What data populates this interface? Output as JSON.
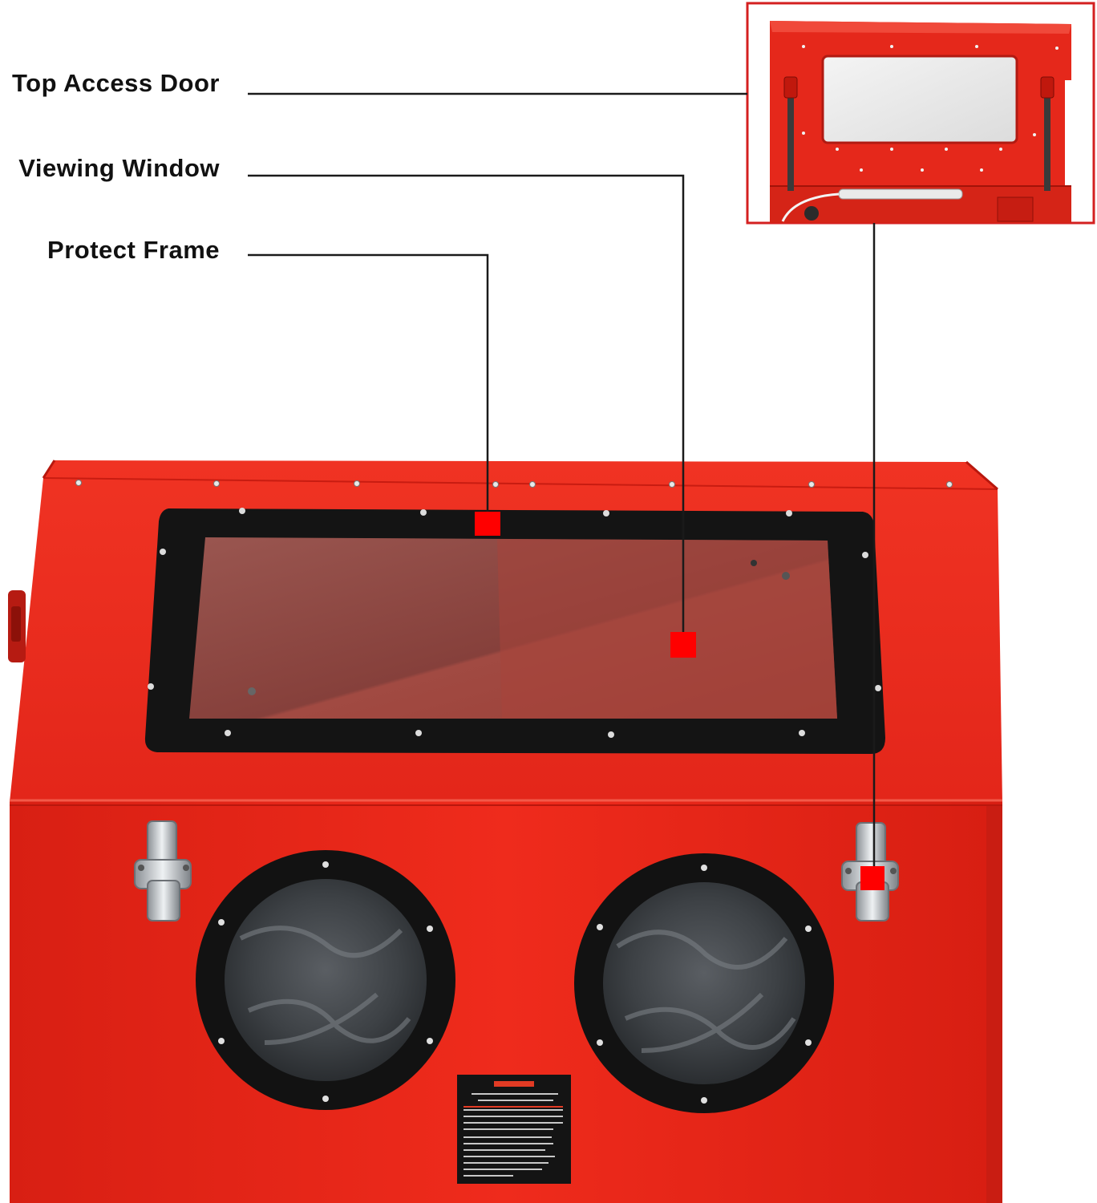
{
  "callouts": {
    "top_access_door": "Top Access Door",
    "viewing_window": "Viewing Window",
    "protect_frame": "Protect Frame"
  },
  "colors": {
    "cabinet_red": "#e8271a",
    "cabinet_red_dark": "#c41a10",
    "frame_black": "#141414",
    "glass_tint": "#8e4a44",
    "marker_red": "#ff0000",
    "leader_line": "#1a1a1a",
    "inset_border": "#d42020"
  },
  "icons": [
    "latch-icon",
    "glove-port-icon",
    "warning-label-icon",
    "marker-icon"
  ]
}
